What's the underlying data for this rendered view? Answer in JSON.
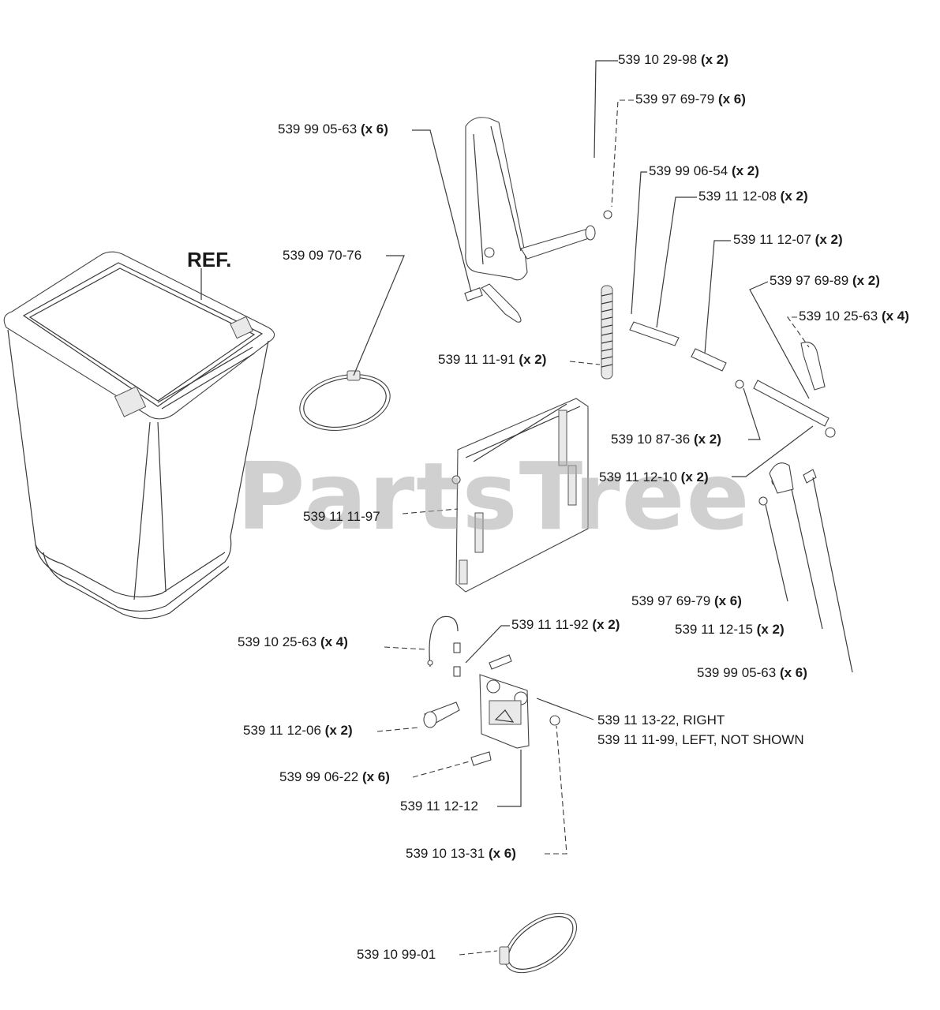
{
  "diagram": {
    "ref_label": "REF.",
    "watermark": "PartsTree",
    "callouts": [
      {
        "id": "c1",
        "part": "539 10 29-98",
        "qty": "(x 2)"
      },
      {
        "id": "c2",
        "part": "539 97 69-79",
        "qty": "(x 6)"
      },
      {
        "id": "c3",
        "part": "539 99 05-63",
        "qty": "(x 6)"
      },
      {
        "id": "c4",
        "part": "539 99 06-54",
        "qty": "(x 2)"
      },
      {
        "id": "c5",
        "part": "539 11 12-08",
        "qty": "(x 2)"
      },
      {
        "id": "c6",
        "part": "539 09 70-76",
        "qty": ""
      },
      {
        "id": "c7",
        "part": "539 11 12-07",
        "qty": "(x 2)"
      },
      {
        "id": "c8",
        "part": "539 97 69-89",
        "qty": "(x 2)"
      },
      {
        "id": "c9",
        "part": "539 10 25-63",
        "qty": "(x 4)"
      },
      {
        "id": "c10",
        "part": "539 11 11-91",
        "qty": "(x 2)"
      },
      {
        "id": "c11",
        "part": "539 10 87-36",
        "qty": "(x 2)"
      },
      {
        "id": "c12",
        "part": "539 11 12-10",
        "qty": "(x 2)"
      },
      {
        "id": "c13",
        "part": "539 11 11-97",
        "qty": ""
      },
      {
        "id": "c14",
        "part": "539 97 69-79",
        "qty": "(x 6)"
      },
      {
        "id": "c15",
        "part": "539 11 12-15",
        "qty": "(x 2)"
      },
      {
        "id": "c16",
        "part": "539 10 25-63",
        "qty": "(x 4)"
      },
      {
        "id": "c17",
        "part": "539 11 11-92",
        "qty": "(x 2)"
      },
      {
        "id": "c18",
        "part": "539 99 05-63",
        "qty": "(x 6)"
      },
      {
        "id": "c19",
        "part": "539 11 12-06",
        "qty": "(x 2)"
      },
      {
        "id": "c20",
        "part": "539 11 13-22, RIGHT",
        "qty": ""
      },
      {
        "id": "c21",
        "part": "539 11 11-99, LEFT, NOT SHOWN",
        "qty": ""
      },
      {
        "id": "c22",
        "part": "539 99 06-22",
        "qty": "(x 6)"
      },
      {
        "id": "c23",
        "part": "539 11 12-12",
        "qty": ""
      },
      {
        "id": "c24",
        "part": "539 10 13-31",
        "qty": "(x 6)"
      },
      {
        "id": "c25",
        "part": "539 10 99-01",
        "qty": ""
      }
    ]
  }
}
